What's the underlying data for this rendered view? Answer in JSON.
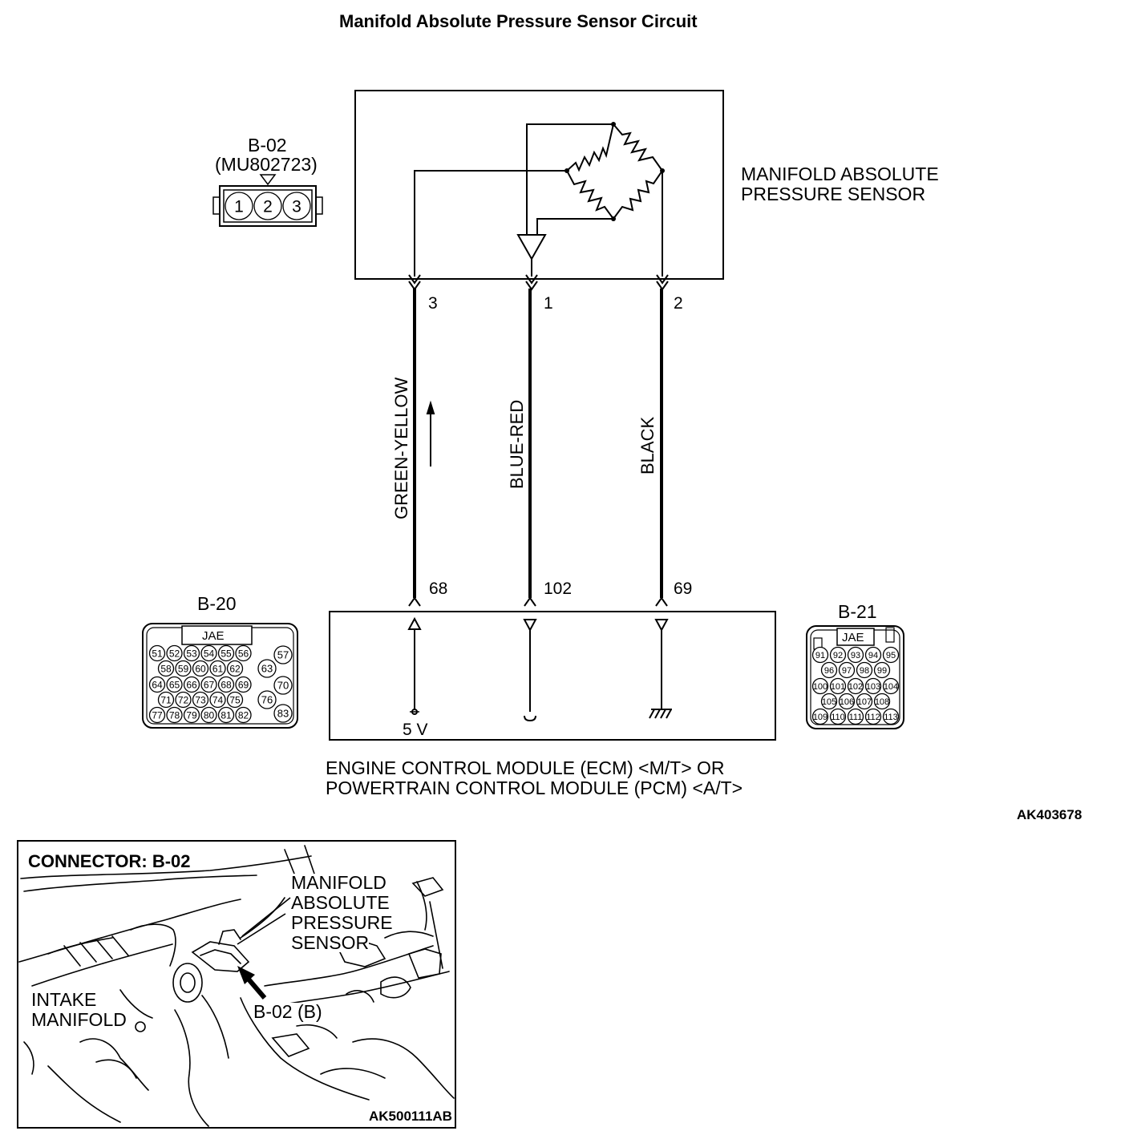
{
  "title": "Manifold Absolute Pressure Sensor Circuit",
  "sensor": {
    "name_line1": "MANIFOLD ABSOLUTE",
    "name_line2": "PRESSURE SENSOR"
  },
  "connector_b02": {
    "name": "B-02",
    "part_no": "(MU802723)",
    "pins": [
      "1",
      "2",
      "3"
    ]
  },
  "wires": [
    {
      "color_name": "GREEN-YELLOW",
      "sensor_pin": "3",
      "ecm_pin": "68"
    },
    {
      "color_name": "BLUE-RED",
      "sensor_pin": "1",
      "ecm_pin": "102"
    },
    {
      "color_name": "BLACK",
      "sensor_pin": "2",
      "ecm_pin": "69"
    }
  ],
  "ecm": {
    "supply_label": "5 V",
    "name_line1": "ENGINE CONTROL MODULE (ECM) <M/T> OR",
    "name_line2": "POWERTRAIN CONTROL MODULE (PCM) <A/T>"
  },
  "connector_b20": {
    "name": "B-20",
    "maker": "JAE",
    "rows": [
      [
        "51",
        "52",
        "53",
        "54",
        "55",
        "56"
      ],
      [
        "58",
        "59",
        "60",
        "61",
        "62"
      ],
      [
        "64",
        "65",
        "66",
        "67",
        "68",
        "69"
      ],
      [
        "71",
        "72",
        "73",
        "74",
        "75"
      ],
      [
        "77",
        "78",
        "79",
        "80",
        "81",
        "82"
      ]
    ],
    "side_pins": [
      "57",
      "63",
      "70",
      "76",
      "83"
    ]
  },
  "connector_b21": {
    "name": "B-21",
    "maker": "JAE",
    "rows": [
      [
        "91",
        "92",
        "93",
        "94",
        "95"
      ],
      [
        "96",
        "97",
        "98",
        "99"
      ],
      [
        "100",
        "101",
        "102",
        "103",
        "104"
      ],
      [
        "105",
        "106",
        "107",
        "108"
      ],
      [
        "109",
        "110",
        "111",
        "112",
        "113"
      ]
    ]
  },
  "diagram_code": "AK403678",
  "location_view": {
    "heading": "CONNECTOR: B-02",
    "callout_line1": "MANIFOLD",
    "callout_line2": "ABSOLUTE",
    "callout_line3": "PRESSURE",
    "callout_line4": "SENSOR",
    "intake_line1": "INTAKE",
    "intake_line2": "MANIFOLD",
    "connector_callout": "B-02 (B)",
    "image_code": "AK500111AB"
  }
}
